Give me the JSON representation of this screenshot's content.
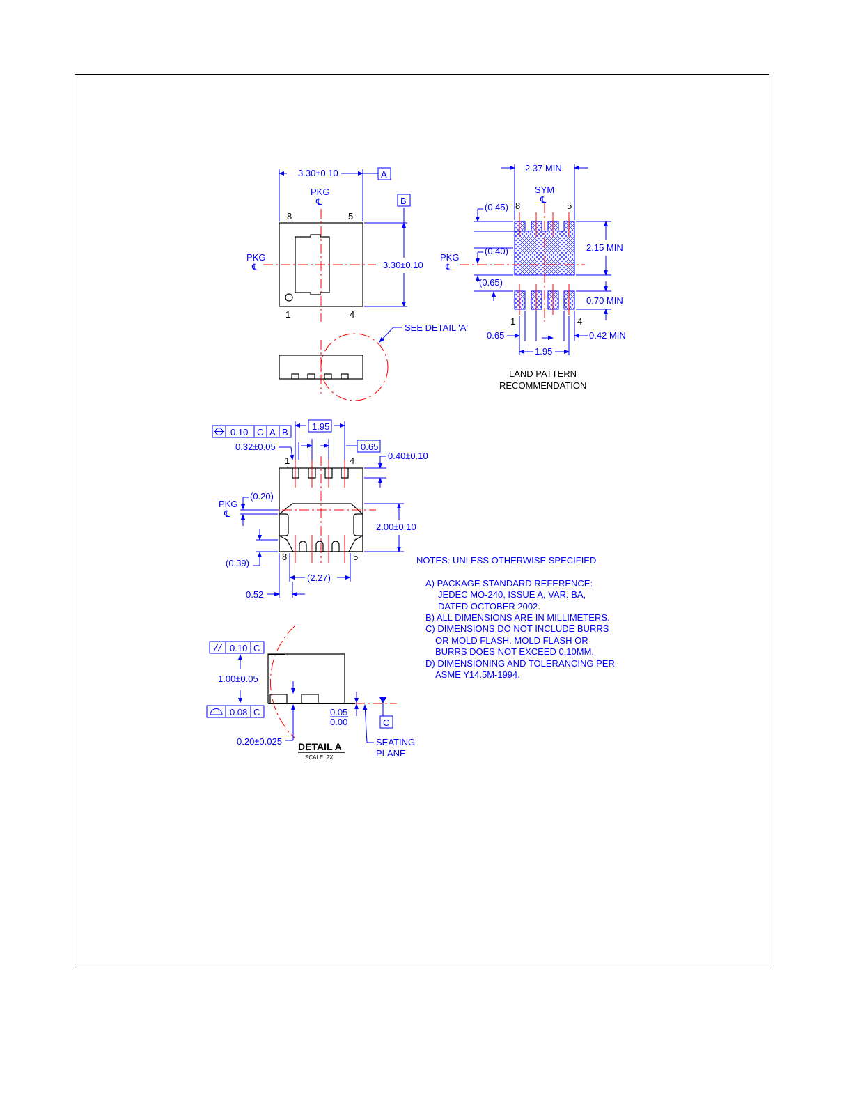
{
  "top_view": {
    "width_dim": "3.30±0.10",
    "height_dim": "3.30±0.10",
    "datum_a": "A",
    "datum_b": "B",
    "pkg_label": "PKG",
    "cl_symbol": "℄",
    "pin_labels": {
      "p8": "8",
      "p5": "5",
      "p1": "1",
      "p4": "4"
    },
    "see_detail": "SEE DETAIL 'A'"
  },
  "land_pattern": {
    "width_min": "2.37 MIN",
    "sym_label": "SYM",
    "cl_symbol": "℄",
    "pkg_label": "PKG",
    "dim_045": "(0.45)",
    "dim_040": "(0.40)",
    "dim_065_paren": "(0.65)",
    "height_min": "2.15 MIN",
    "pad_len_min": "0.70 MIN",
    "pitch": "0.65",
    "span": "1.95",
    "pad_width_min": "0.42 MIN",
    "pin_labels": {
      "p8": "8",
      "p5": "5",
      "p1": "1",
      "p4": "4"
    },
    "caption_line1": "LAND PATTERN",
    "caption_line2": "RECOMMENDATION"
  },
  "bottom_view": {
    "fcf_tol": "0.10",
    "fcf_c": "C",
    "fcf_a": "A",
    "fcf_b": "B",
    "span_basic": "1.95",
    "pitch_basic": "0.65",
    "lead_width": "0.32±0.05",
    "lead_length": "0.40±0.10",
    "dim_020": "(0.20)",
    "pad_height": "2.00±0.10",
    "dim_039": "(0.39)",
    "pad_width": "(2.27)",
    "dim_052": "0.52",
    "pkg_label": "PKG",
    "cl_symbol": "℄",
    "pin_labels": {
      "p1": "1",
      "p4": "4",
      "p8": "8",
      "p5": "5"
    }
  },
  "detail_a": {
    "parallel_tol": "0.10",
    "parallel_c": "C",
    "thickness": "1.00±0.05",
    "profile_tol": "0.08",
    "profile_c": "C",
    "standoff_max": "0.05",
    "standoff_min": "0.00",
    "datum_c": "C",
    "lead_thickness": "0.20±0.025",
    "seating_line1": "SEATING",
    "seating_line2": "PLANE",
    "title": "DETAIL A",
    "scale": "SCALE: 2X"
  },
  "notes": {
    "heading": "NOTES: UNLESS OTHERWISE SPECIFIED",
    "lines": [
      "A)  PACKAGE STANDARD REFERENCE:",
      "JEDEC MO-240, ISSUE A, VAR. BA,",
      "DATED OCTOBER 2002.",
      "B)  ALL DIMENSIONS ARE IN MILLIMETERS.",
      "C)  DIMENSIONS DO NOT INCLUDE BURRS",
      "OR MOLD FLASH. MOLD FLASH OR",
      "BURRS DOES NOT EXCEED 0.10MM.",
      "D)  DIMENSIONING AND TOLERANCING PER",
      "ASME Y14.5M-1994."
    ]
  }
}
